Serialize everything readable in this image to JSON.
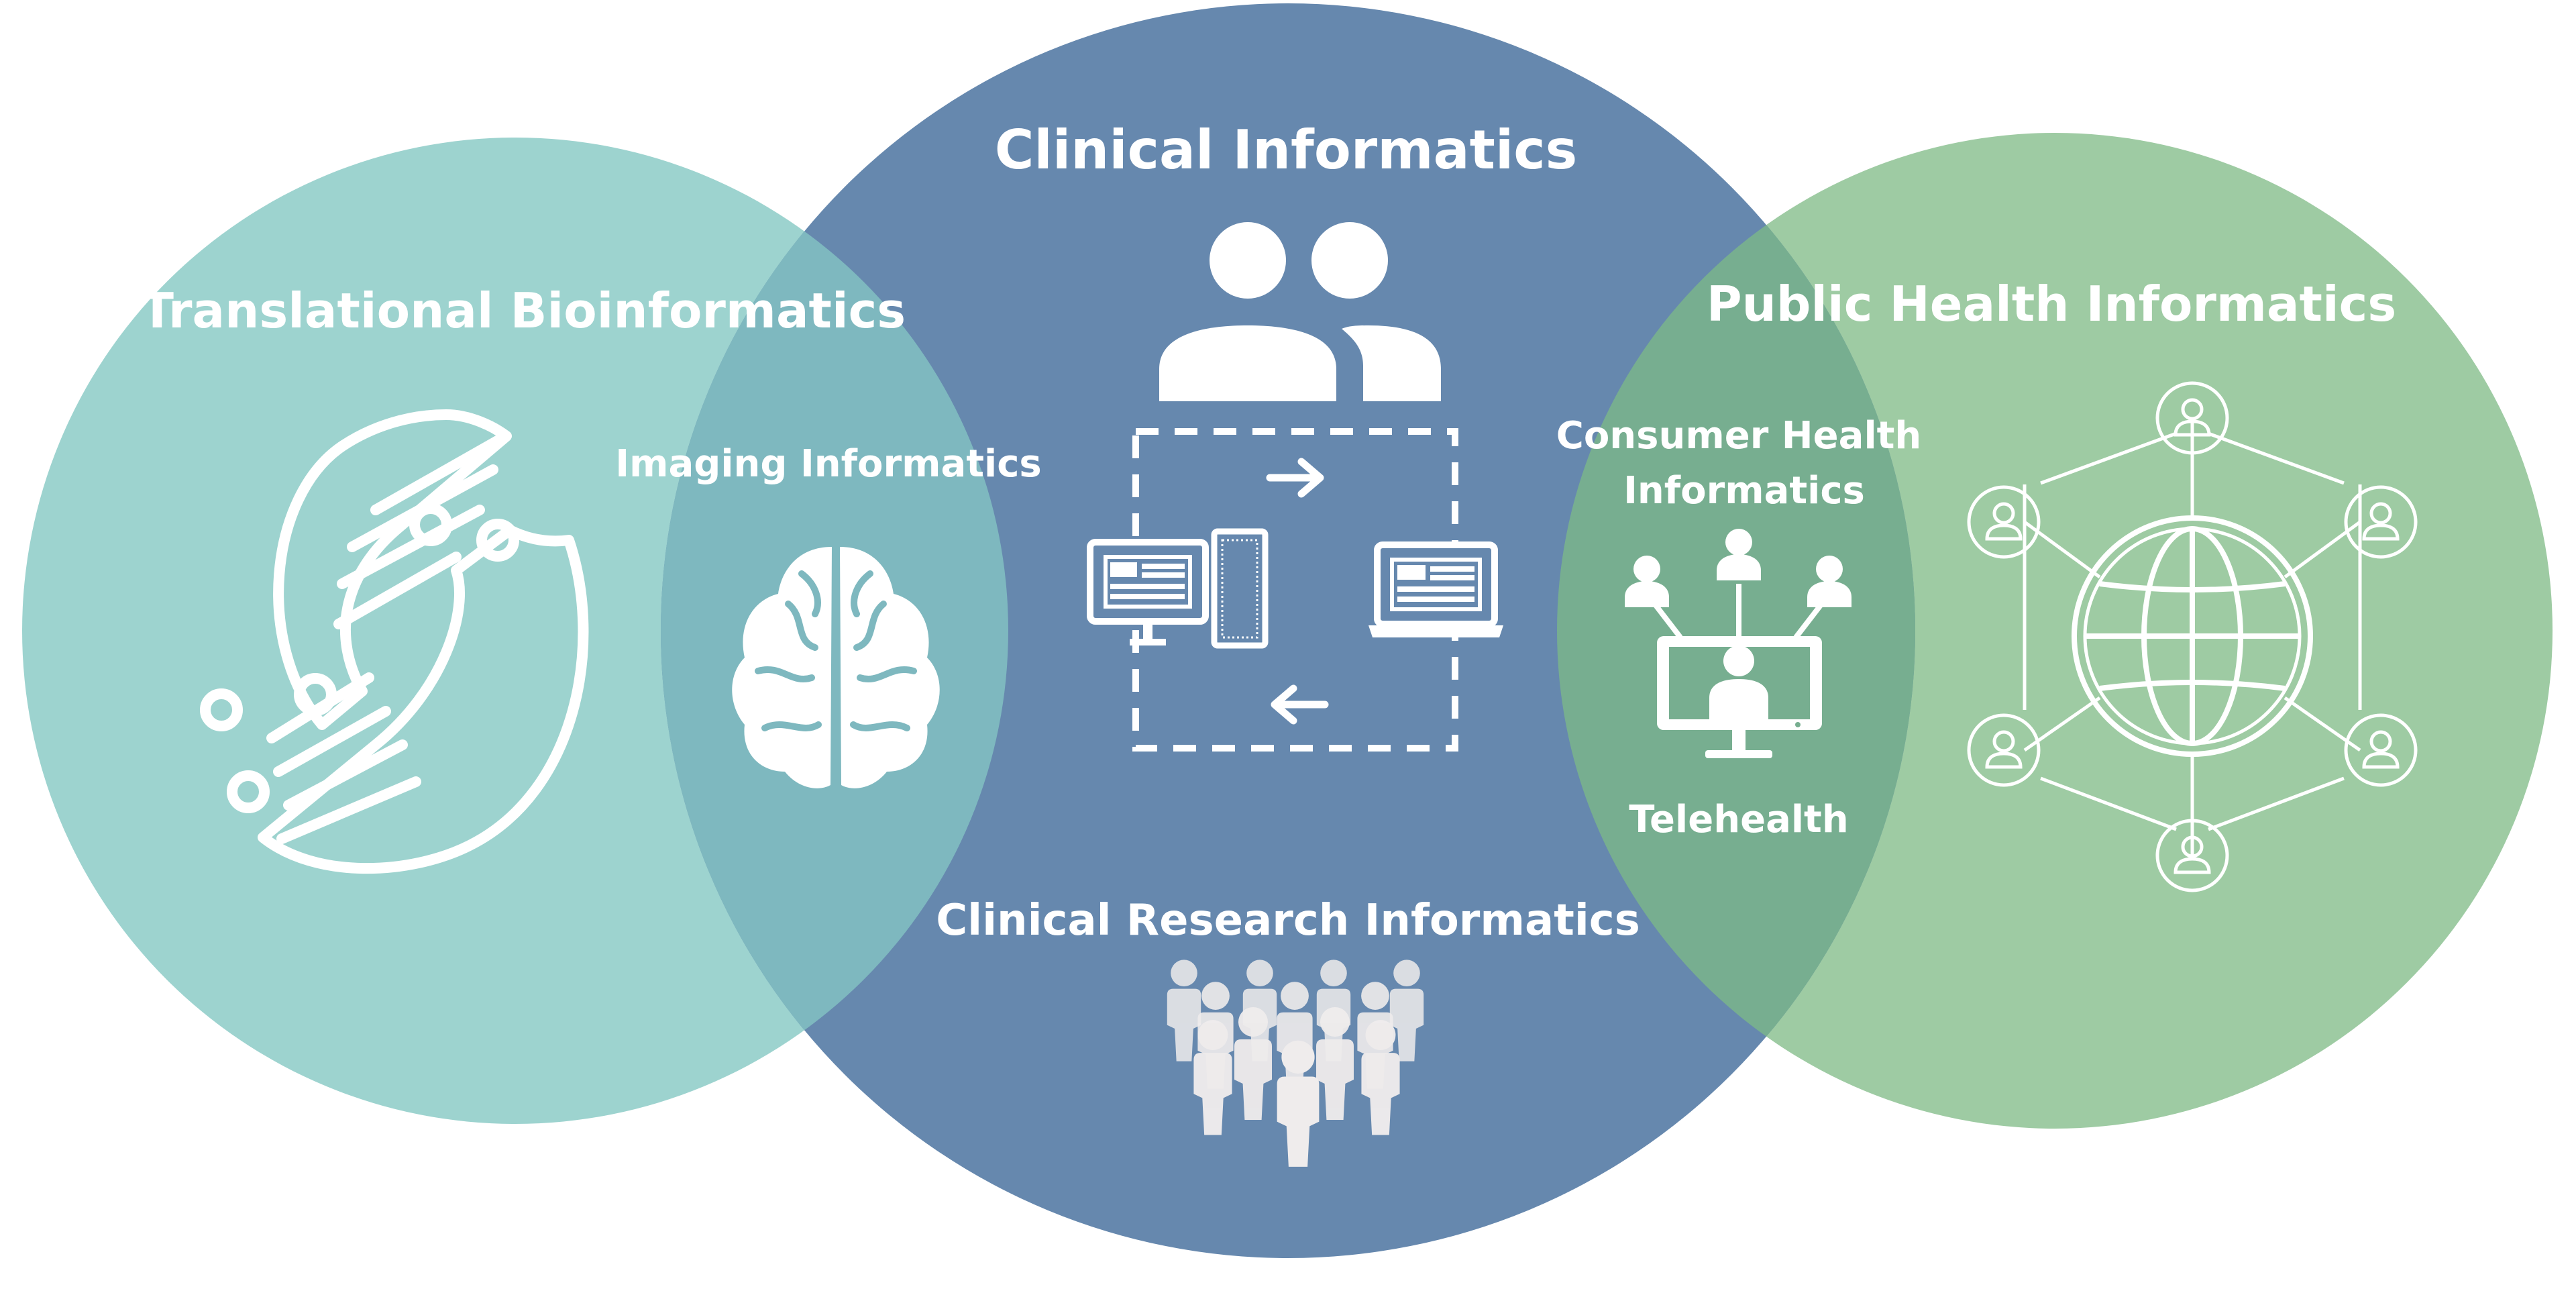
{
  "diagram": {
    "colors": {
      "background": "#ffffff",
      "translational_circle": "#9dd3cf",
      "clinical_circle": "#6688ae",
      "public_health_circle": "#9ecba3",
      "imaging_overlap": "#7eb8bf",
      "consumer_overlap": "#77ae90",
      "icon_stroke": "#ffffff",
      "people_fill": "#efecec"
    },
    "labels": {
      "translational": "Translational Bioinformatics",
      "clinical": "Clinical Informatics",
      "public_health": "Public Health Informatics",
      "imaging": "Imaging Informatics",
      "consumer_line1": "Consumer Health",
      "consumer_line2": "Informatics",
      "telehealth": "Telehealth",
      "clinical_research": "Clinical Research Informatics"
    },
    "icons": {
      "translational": "dna-helix-icon",
      "imaging": "brain-icon",
      "clinical": "clinicians-data-exchange-icon",
      "consumer": "telehealth-monitor-icon",
      "public_health": "globe-network-icon",
      "clinical_research": "crowd-icon"
    }
  }
}
